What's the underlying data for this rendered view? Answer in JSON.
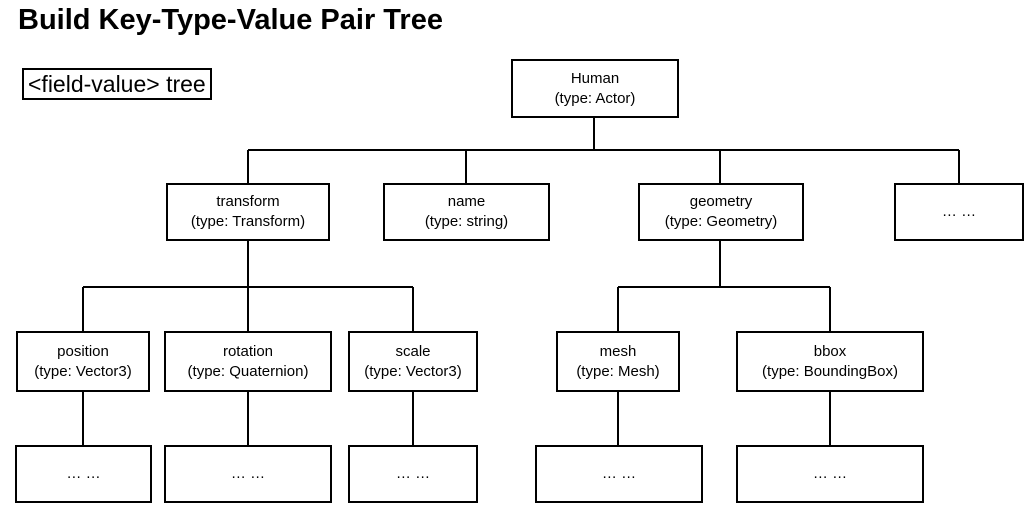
{
  "title": "Build Key-Type-Value Pair Tree",
  "legend": "<field-value> tree",
  "nodes": {
    "human": {
      "name": "Human",
      "type": "(type: Actor)"
    },
    "transform": {
      "name": "transform",
      "type": "(type: Transform)"
    },
    "name": {
      "name": "name",
      "type": "(type: string)"
    },
    "geometry": {
      "name": "geometry",
      "type": "(type: Geometry)"
    },
    "more_top": {
      "name": "… …"
    },
    "position": {
      "name": "position",
      "type": "(type: Vector3)"
    },
    "rotation": {
      "name": "rotation",
      "type": "(type: Quaternion)"
    },
    "scale": {
      "name": "scale",
      "type": "(type: Vector3)"
    },
    "mesh": {
      "name": "mesh",
      "type": "(type: Mesh)"
    },
    "bbox": {
      "name": "bbox",
      "type": "(type: BoundingBox)"
    },
    "position_value": {
      "name": "… …"
    },
    "rotation_value": {
      "name": "… …"
    },
    "scale_value": {
      "name": "… …"
    },
    "mesh_value": {
      "name": "… …"
    },
    "bbox_value": {
      "name": "… …"
    }
  }
}
